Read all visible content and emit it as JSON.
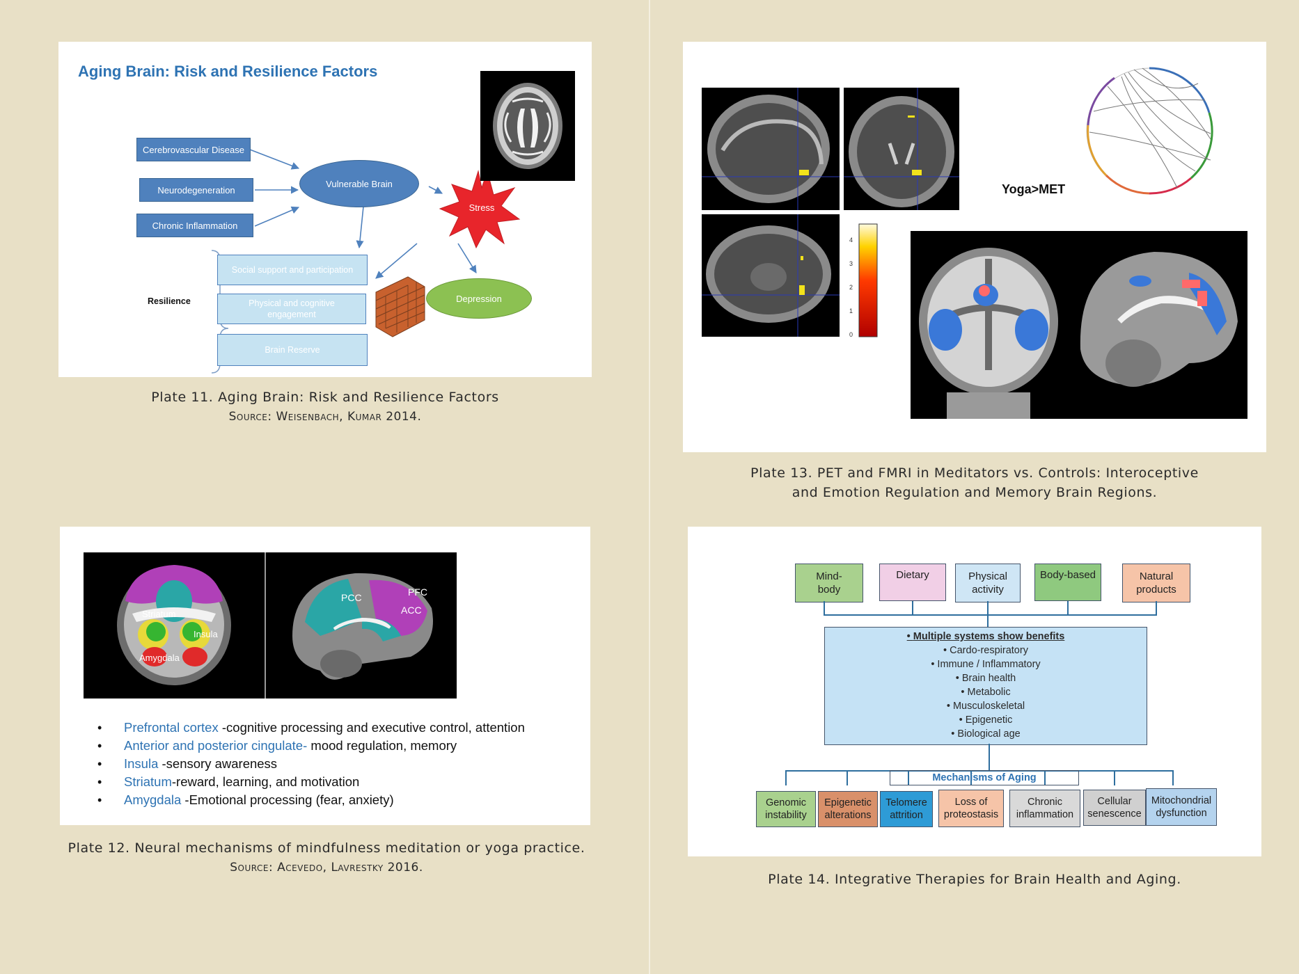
{
  "plate11": {
    "title": "Aging Brain: Risk and Resilience Factors",
    "risk_boxes": [
      "Cerebrovascular Disease",
      "Neurodegeneration",
      "Chronic Inflammation"
    ],
    "vulnerable_brain": "Vulnerable Brain",
    "stress": "Stress",
    "depression": "Depression",
    "resilience_label": "Resilience",
    "resilience_boxes": [
      "Social support and participation",
      "Physical and cognitive engagement",
      "Brain Reserve"
    ],
    "caption": "Plate 11. Aging Brain: Risk and Resilience Factors",
    "source": "Source: Weisenbach, Kumar 2014."
  },
  "plate12": {
    "image_labels": [
      "Striatum",
      "Insula",
      "Amygdala",
      "PCC",
      "PFC",
      "ACC"
    ],
    "bullets": [
      {
        "term": "Prefrontal cortex",
        "desc": " -cognitive processing and executive control, attention"
      },
      {
        "term": "Anterior and posterior cingulate-",
        "desc": " mood regulation, memory"
      },
      {
        "term": "Insula",
        "desc": " -sensory awareness"
      },
      {
        "term": "Striatum",
        "desc": "-reward, learning, and motivation"
      },
      {
        "term": "Amygdala",
        "desc": " -Emotional processing (fear, anxiety)"
      }
    ],
    "caption": "Plate 12. Neural mechanisms of mindfulness meditation or yoga practice.",
    "source": "Source: Acevedo, Lavrestky 2016."
  },
  "plate13": {
    "contrast_label": "Yoga>MET",
    "colorbar_ticks": [
      "4",
      "3",
      "2",
      "1",
      "0"
    ],
    "caption_line1": "Plate 13. PET and FMRI in Meditators vs. Controls: Interoceptive",
    "caption_line2": "and Emotion Regulation and Memory Brain Regions."
  },
  "plate14": {
    "therapies": [
      {
        "label": "Mind-\nbody",
        "color": "#a9d18e"
      },
      {
        "label": "Dietary",
        "color": "#f1cfe6"
      },
      {
        "label": "Physical\nactivity",
        "color": "#cfe6f5"
      },
      {
        "label": "Body-based",
        "color": "#8fc97f"
      },
      {
        "label": "Natural\nproducts",
        "color": "#f6c4a8"
      }
    ],
    "systems_heading": "Multiple systems show benefits",
    "systems": [
      "Cardo-respiratory",
      "Immune / Inflammatory",
      "Brain health",
      "Metabolic",
      "Musculoskeletal",
      "Epigenetic",
      "Biological age"
    ],
    "mechanisms_heading": "Mechanisms of Aging",
    "mechanisms": [
      {
        "label": "Genomic\ninstability",
        "color": "#a9d18e"
      },
      {
        "label": "Epigenetic\nalterations",
        "color": "#d9906a"
      },
      {
        "label": "Telomere\nattrition",
        "color": "#2e9bd6"
      },
      {
        "label": "Loss of\nproteostasis",
        "color": "#f6c4a8"
      },
      {
        "label": "Chronic\ninflammation",
        "color": "#d9d9d9"
      },
      {
        "label": "Cellular\nsenescence",
        "color": "#d0d0d0"
      },
      {
        "label": "Mitochondrial\ndysfunction",
        "color": "#b4d3ee"
      }
    ],
    "caption": "Plate 14. Integrative Therapies for Brain Health and Aging."
  }
}
